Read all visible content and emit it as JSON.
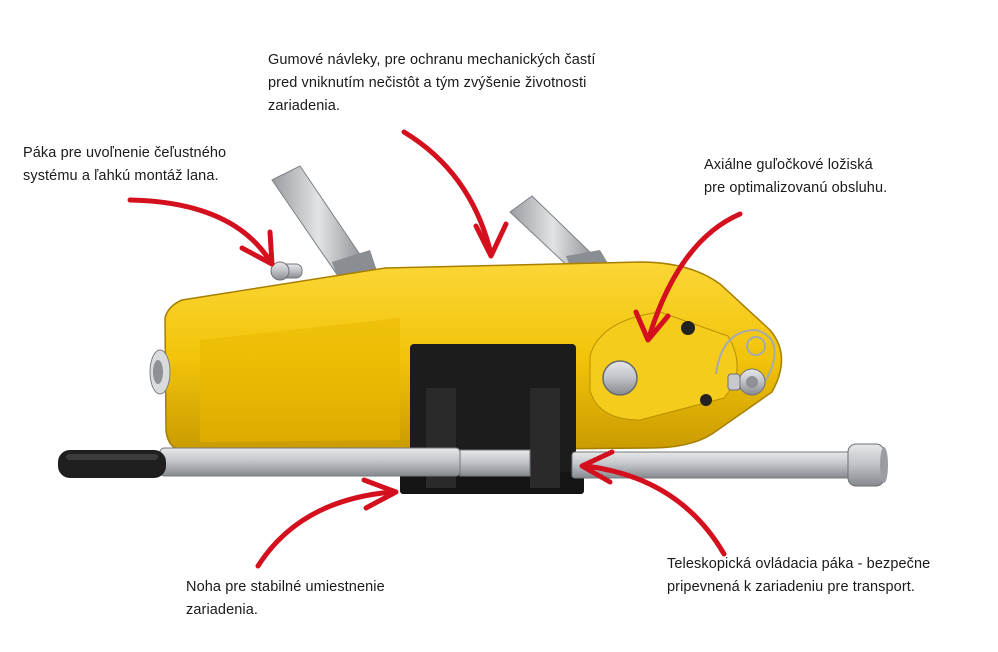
{
  "annotations": {
    "gaiters": {
      "lines": [
        "Gumové návleky, pre ochranu mechanických častí",
        "pred vniknutím nečistôt a tým zvýšenie životnosti",
        "zariadenia."
      ]
    },
    "release_lever": {
      "lines": [
        "Páka pre uvoľnenie čeľustného",
        "systému a ľahkú montáž lana."
      ]
    },
    "bearings": {
      "lines": [
        "Axiálne guľočkové ložiská",
        "pre optimalizovanú obsluhu."
      ]
    },
    "foot": {
      "lines": [
        "Noha pre stabilné umiestnenie",
        "zariadenia."
      ]
    },
    "telescopic_lever": {
      "lines": [
        "Teleskopická ovládacia páka - bezpečne",
        "pripevnená k zariadeniu pre transport."
      ]
    }
  },
  "colors": {
    "arrow": "#d4101e",
    "body_yellow": "#f2c40a",
    "body_shadow": "#c99a00",
    "steel": "#b9bcc0",
    "black": "#1c1c1c"
  }
}
